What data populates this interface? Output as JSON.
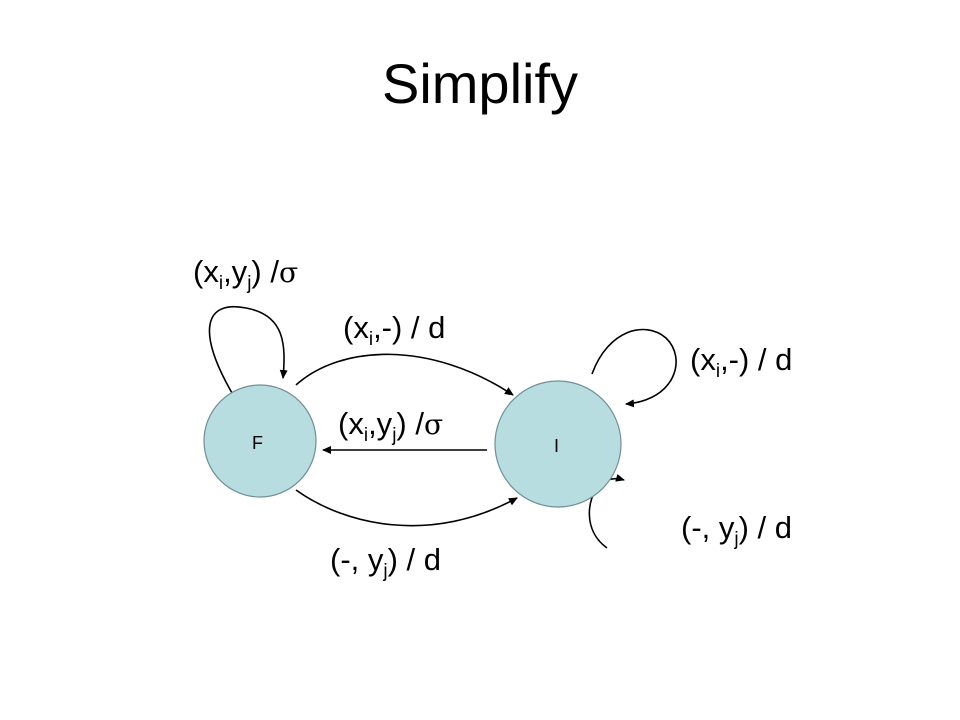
{
  "title": "Simplify",
  "nodes": {
    "F": {
      "label": "F"
    },
    "I": {
      "label": "I"
    }
  },
  "colors": {
    "node_fill": "#b7dde0",
    "node_stroke": "#6f8f96",
    "edge": "#000000"
  },
  "edges": {
    "f_self": {
      "pre": "(x",
      "sub1": "i",
      "mid": ",y",
      "sub2": "j",
      "post": ") /",
      "sym": "σ"
    },
    "f_to_i_top": {
      "pre": "(x",
      "sub1": "i",
      "post": ",-) / d"
    },
    "i_to_f": {
      "pre": "(x",
      "sub1": "i",
      "mid": ",y",
      "sub2": "j",
      "post": ") /",
      "sym": "σ"
    },
    "f_to_i_bottom": {
      "pre": "(-, y",
      "sub1": "j",
      "post": ") / d"
    },
    "i_self_top": {
      "pre": "(x",
      "sub1": "i",
      "post": ",-) / d"
    },
    "i_self_bottom": {
      "pre": "(-, y",
      "sub1": "j",
      "post": ") / d"
    }
  }
}
